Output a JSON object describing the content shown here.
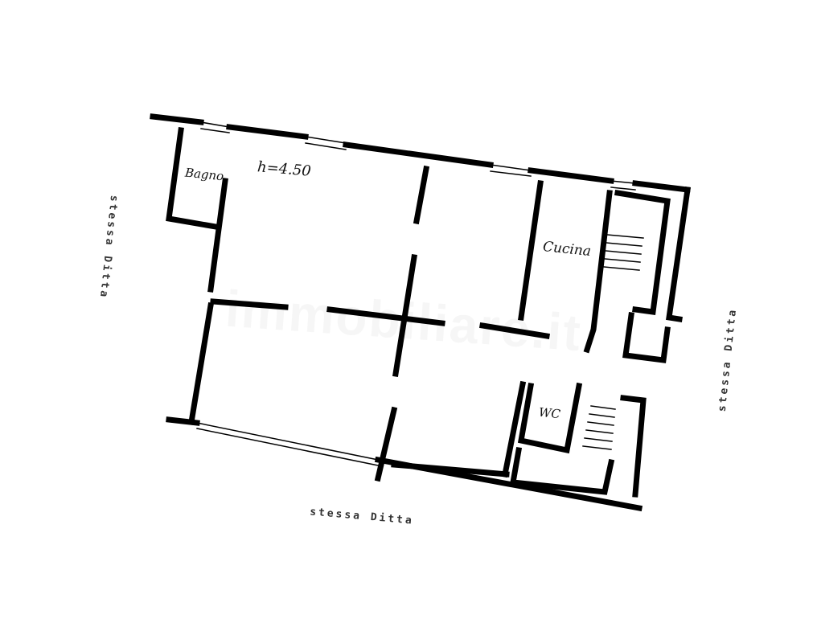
{
  "plan": {
    "rooms": [
      {
        "id": "bagno",
        "label": "Bagno"
      },
      {
        "id": "cucina",
        "label": "Cucina"
      },
      {
        "id": "wc",
        "label": "WC"
      }
    ],
    "height_note": "h=4.50",
    "neighbors": {
      "left": "stessa Ditta",
      "right": "stessa Ditta",
      "bottom": "stessa Ditta"
    },
    "watermark": "immobiliare.it",
    "colors": {
      "wall": "#000000",
      "background": "#ffffff"
    }
  }
}
